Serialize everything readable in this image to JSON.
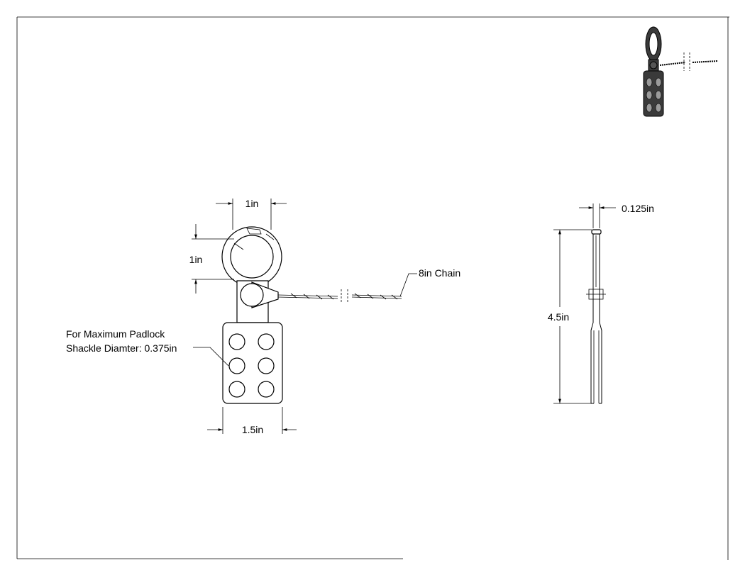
{
  "labels": {
    "width_top": "1in",
    "ring_height": "1in",
    "chain": "8in Chain",
    "padlock_line1": "For Maximum Padlock",
    "padlock_line2": "Shackle Diamter: 0.375in",
    "bottom_width": "1.5in",
    "thickness": "0.125in",
    "total_height": "4.5in"
  }
}
